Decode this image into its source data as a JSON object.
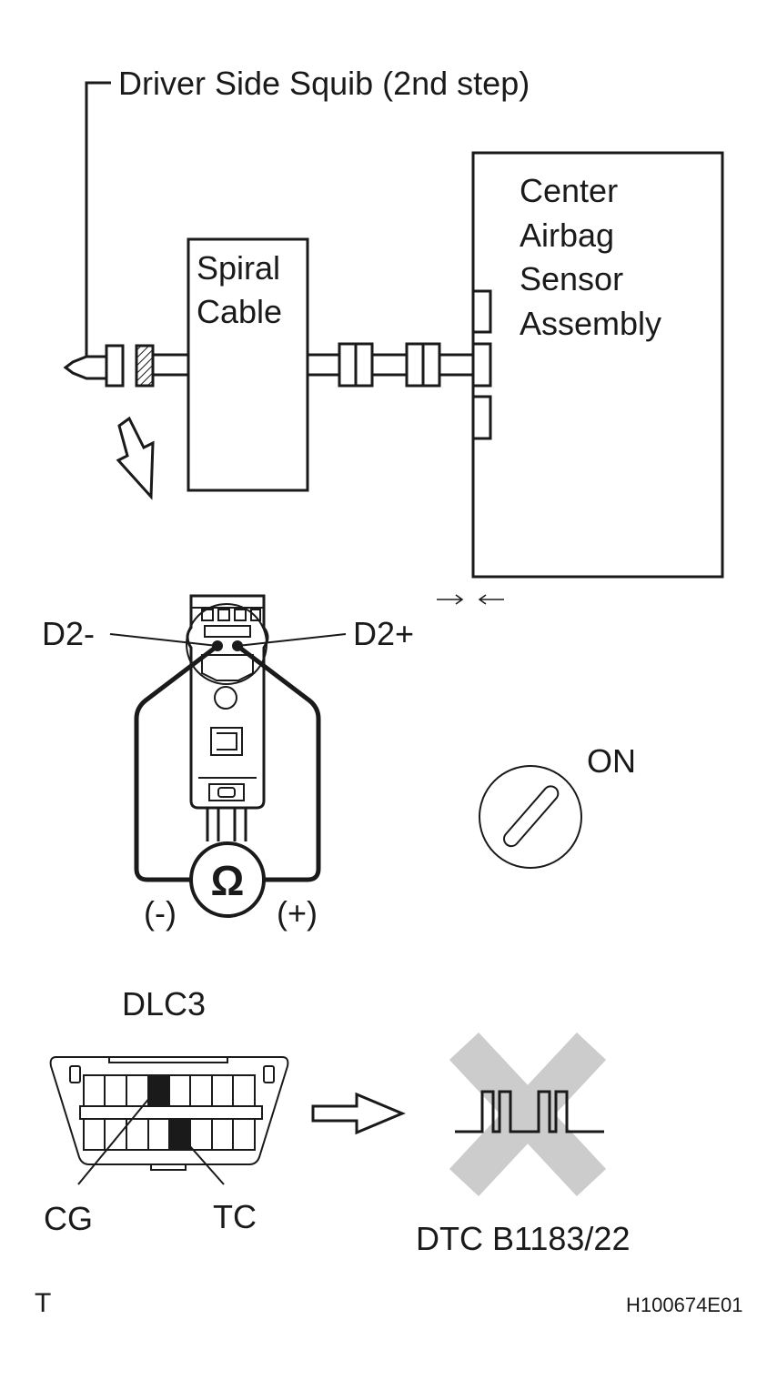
{
  "labels": {
    "squib": "Driver Side Squib (2nd step)",
    "spiral_line1": "Spiral",
    "spiral_line2": "Cable",
    "center_line1": "Center",
    "center_line2": "Airbag",
    "center_line3": "Sensor",
    "center_line4": "Assembly",
    "d2_minus": "D2-",
    "d2_plus": "D2+",
    "ohm_symbol": "Ω",
    "probe_minus": "(-)",
    "probe_plus": "(+)",
    "ignition_state": "ON",
    "dlc_name": "DLC3",
    "pin_cg": "CG",
    "pin_tc": "TC",
    "dtc": "DTC B1183/22",
    "corner_letter": "T",
    "figure_id": "H100674E01"
  },
  "colors": {
    "line": "#1a1a1a",
    "cross": "#cccccc",
    "background": "#ffffff"
  },
  "icons": {
    "down_arrow": "hollow-arrow-down-icon",
    "right_arrow": "hollow-arrow-right-icon",
    "ohmmeter": "ohmmeter-icon",
    "ignition": "ignition-switch-icon",
    "cross": "x-mark-icon",
    "pulse": "pulse-waveform-icon"
  }
}
